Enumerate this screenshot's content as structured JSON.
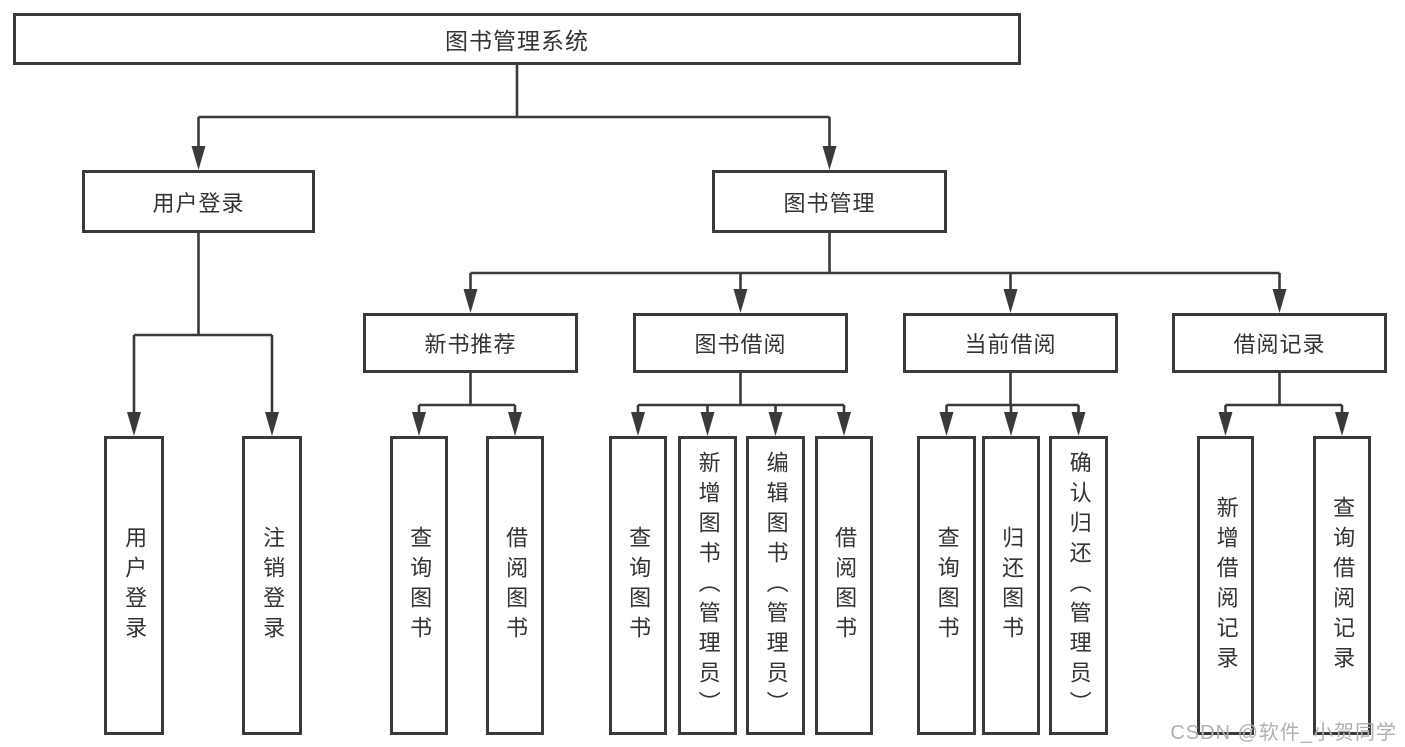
{
  "page": {
    "watermark": "CSDN @软件_小贺同学"
  },
  "colors": {
    "line": "#3a3a3a",
    "text": "#333333",
    "box_fill": "#ffffff",
    "watermark": "#b3b0b0"
  },
  "diagram": {
    "root": {
      "label": "图书管理系统"
    },
    "branches": [
      {
        "label": "用户登录",
        "children": [
          "用户登录",
          "注销登录"
        ]
      },
      {
        "label": "图书管理",
        "children_groups": [
          {
            "label": "新书推荐",
            "children": [
              "查询图书",
              "借阅图书"
            ]
          },
          {
            "label": "图书借阅",
            "children": [
              "查询图书",
              "新增图书（管理员）",
              "编辑图书（管理员）",
              "借阅图书"
            ]
          },
          {
            "label": "当前借阅",
            "children": [
              "查询图书",
              "归还图书",
              "确认归还（管理员）"
            ]
          },
          {
            "label": "借阅记录",
            "children": [
              "新增借阅记录",
              "查询借阅记录"
            ]
          }
        ]
      }
    ]
  }
}
